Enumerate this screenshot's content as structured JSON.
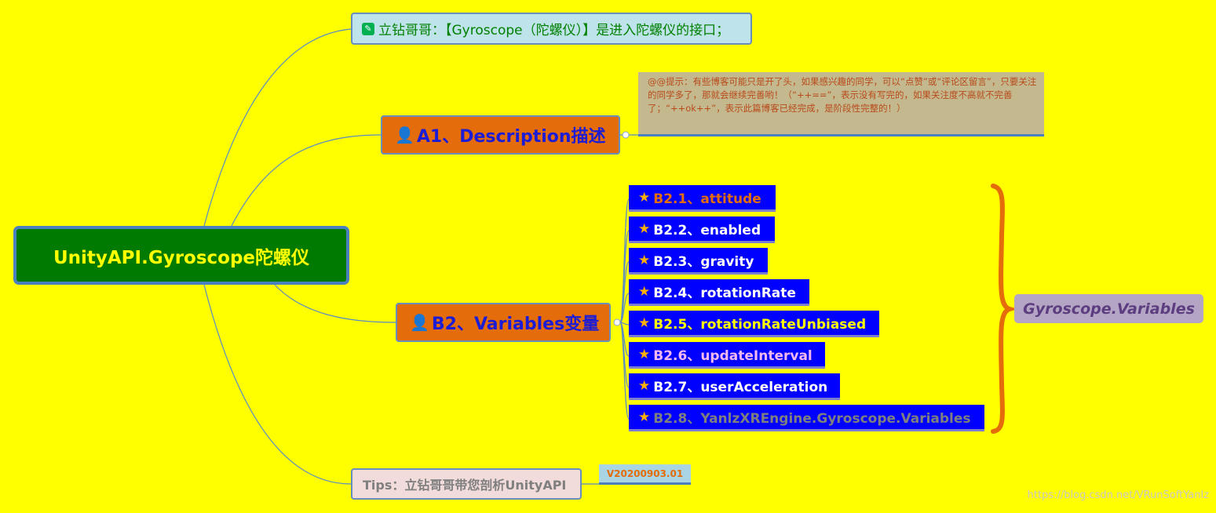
{
  "root": {
    "title": "UnityAPI.Gyroscope陀螺仪"
  },
  "note_topic": {
    "icon": "edit-note-icon",
    "text": "立钻哥哥：【Gyroscope（陀螺仪）】是进入陀螺仪的接口；"
  },
  "a1": {
    "icon": "person-icon",
    "label": "A1、Description描述"
  },
  "callout": {
    "text": "@@提示：有些博客可能只是开了头，如果感兴趣的同学，可以“点赞”或“评论区留言”，只要关注的同学多了，那就会继续完善哟！（“++==”，表示没有写完的，如果关注度不高就不完善了；“++ok++”，表示此篇博客已经完成，是阶段性完整的！）"
  },
  "b2": {
    "icon": "person-icon",
    "label": "B2、Variables变量"
  },
  "variables": [
    {
      "icon": "star-icon",
      "label": "B2.1、attitude",
      "color": "#e46c0a"
    },
    {
      "icon": "star-icon",
      "label": "B2.2、enabled",
      "color": "#ffffff"
    },
    {
      "icon": "star-icon",
      "label": "B2.3、gravity",
      "color": "#ffffff"
    },
    {
      "icon": "star-icon",
      "label": "B2.4、rotationRate",
      "color": "#ffffff"
    },
    {
      "icon": "star-icon",
      "label": "B2.5、rotationRateUnbiased",
      "color": "#ffff00"
    },
    {
      "icon": "star-icon",
      "label": "B2.6、updateInterval",
      "color": "#f2b8f2"
    },
    {
      "icon": "star-icon",
      "label": "B2.7、userAcceleration",
      "color": "#ffffff"
    },
    {
      "icon": "star-icon",
      "label": "B2.8、YanlzXREngine.Gyroscope.Variables",
      "color": "#7f7f7f"
    }
  ],
  "summary": {
    "label": "Gyroscope.Variables"
  },
  "tips": {
    "label": "Tips：立钻哥哥带您剖析UnityAPI"
  },
  "version": {
    "label": "V20200903.01"
  },
  "watermark": {
    "text": "https://blog.csdn.net/VRunSoftYanlz"
  },
  "colors": {
    "background": "#ffff00",
    "root_fill": "#007a00",
    "branch_fill": "#e46c0a",
    "leaf_fill": "#0000ff",
    "connector": "#5b8bc5",
    "brace": "#e46c0a"
  }
}
